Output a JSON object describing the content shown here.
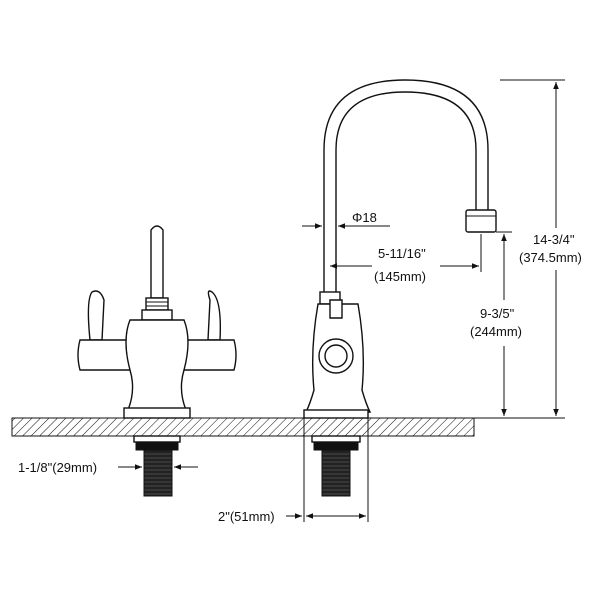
{
  "dimensions": {
    "overall_height": "14-3/4\"",
    "overall_height_mm": "(374.5mm)",
    "spout_height": "9-3/5\"",
    "spout_height_mm": "(244mm)",
    "spout_reach": "5-11/16\"",
    "spout_reach_mm": "(145mm)",
    "spout_diameter": "Φ18",
    "shank_diameter": "1-1/8\"(29mm)",
    "base_width": "2\"(51mm)"
  }
}
